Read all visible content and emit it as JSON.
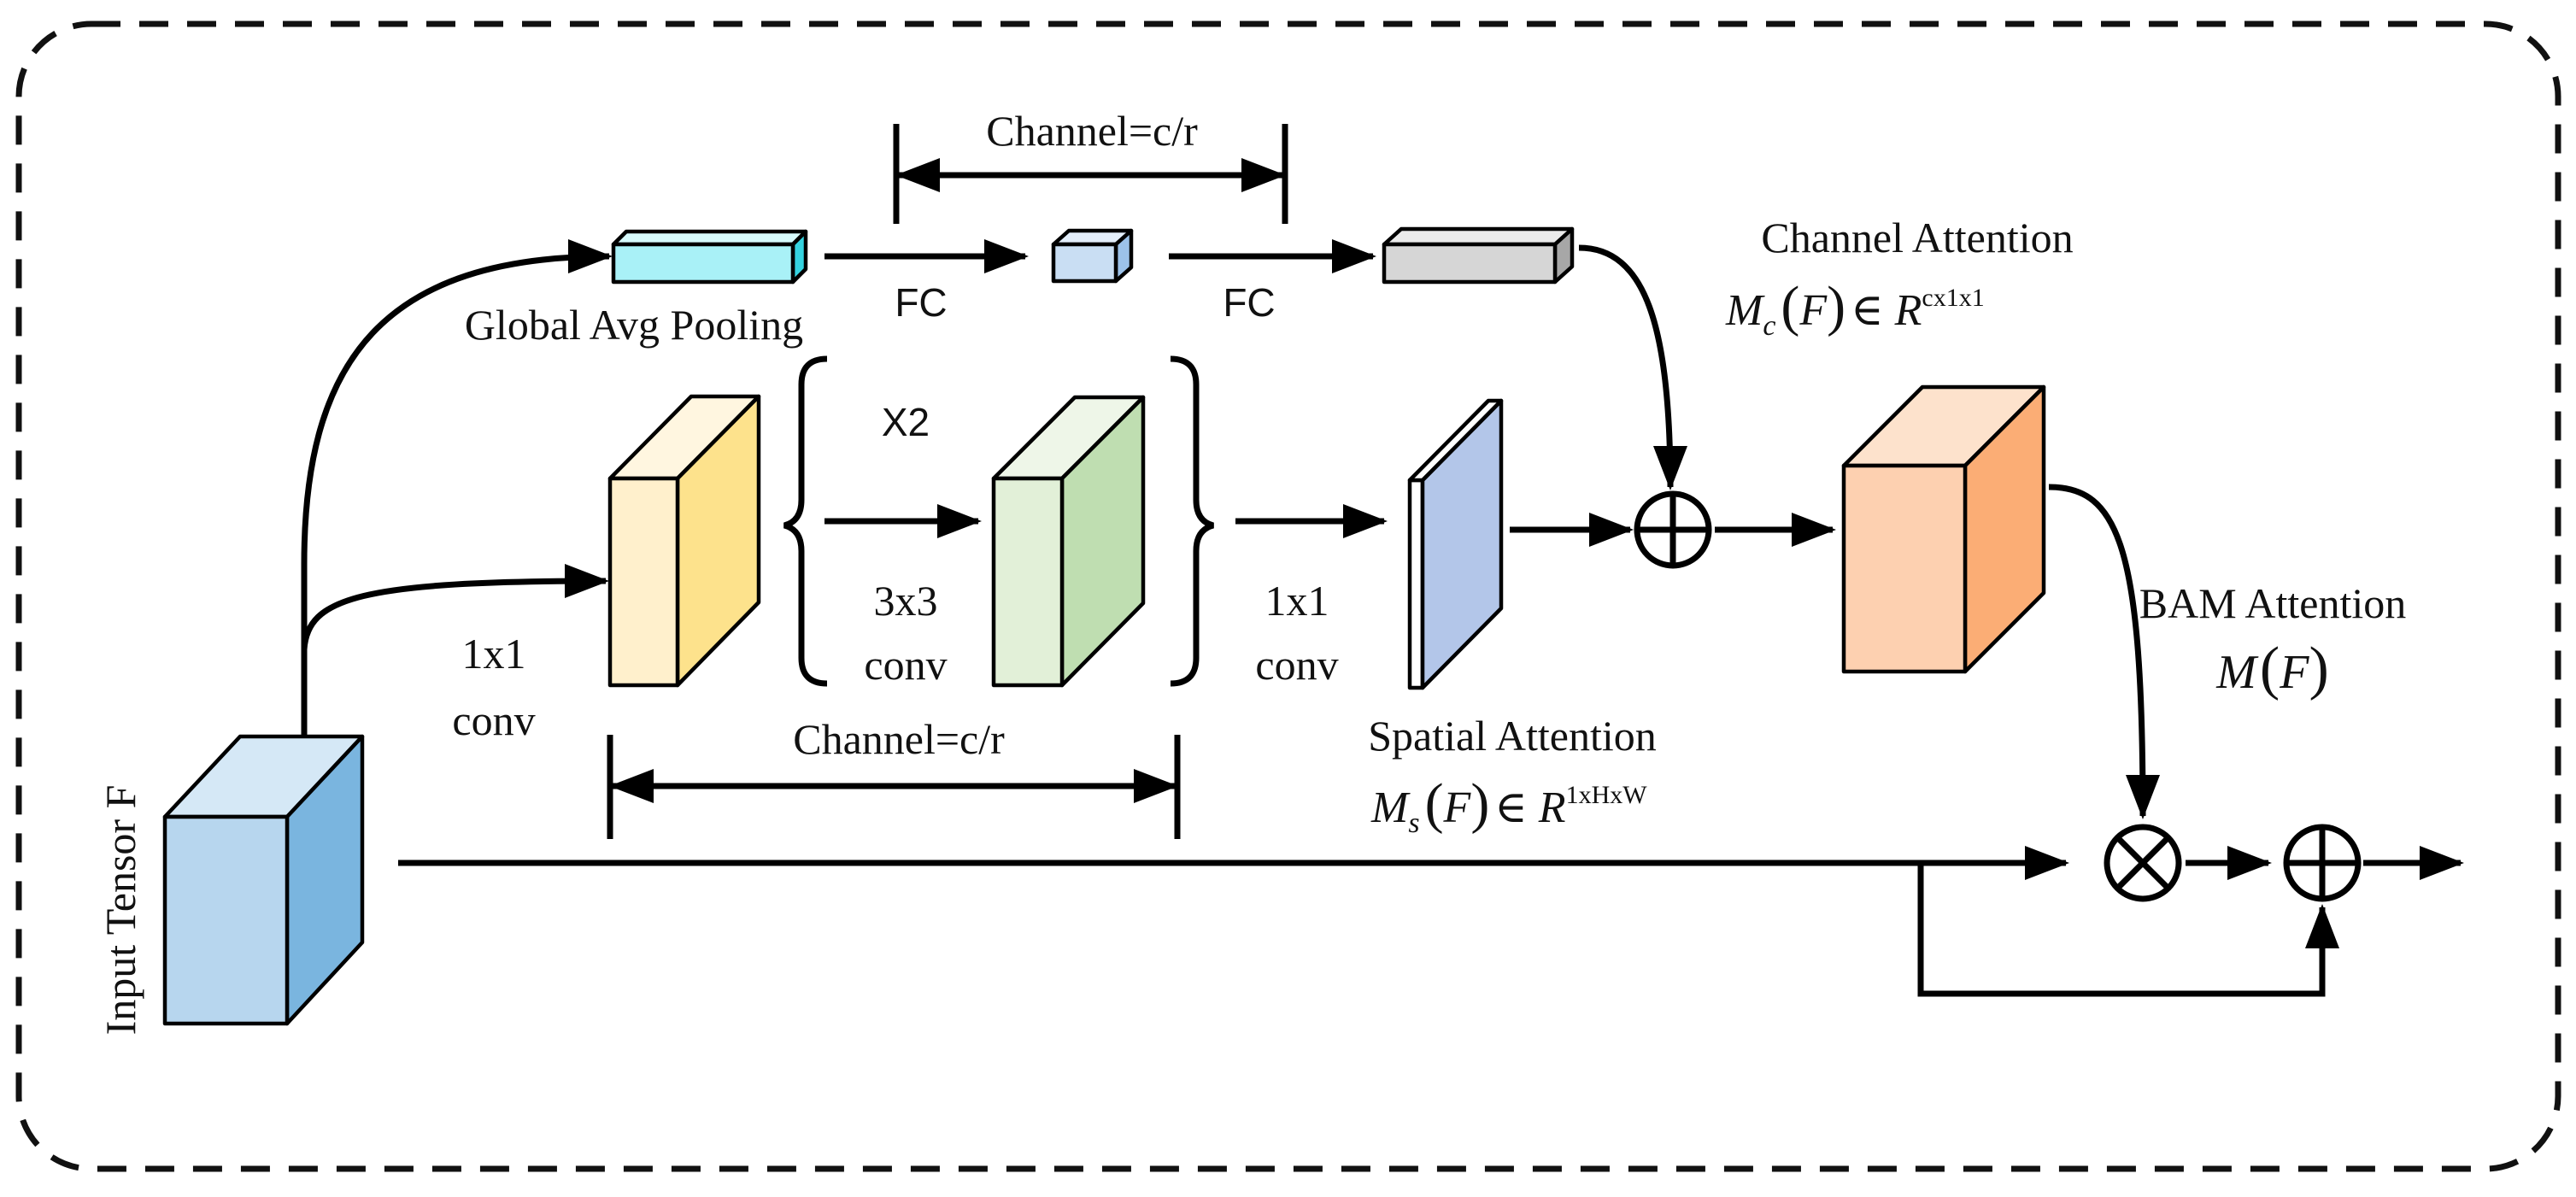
{
  "labels": {
    "input_tensor": "Input Tensor F",
    "global_avg_pooling": "Global Avg Pooling",
    "fc_1": "FC",
    "fc_2": "FC",
    "channel_top": "Channel=c/r",
    "channel_bottom": "Channel=c/r",
    "x2": "X2",
    "conv_1x1_left_a": "1x1",
    "conv_1x1_left_b": "conv",
    "conv_3x3_a": "3x3",
    "conv_3x3_b": "conv",
    "conv_1x1_right_a": "1x1",
    "conv_1x1_right_b": "conv",
    "channel_attention_title": "Channel Attention",
    "spatial_attention_title": "Spatial Attention",
    "bam_attention_title": "BAM Attention"
  },
  "formulas": {
    "mc": {
      "sym": "M",
      "sub": "c",
      "open": "(",
      "arg": "F",
      "close": ")",
      "in": "∈ ",
      "R": "R",
      "sup": "cx1x1"
    },
    "ms": {
      "sym": "M",
      "sub": "s",
      "open": "(",
      "arg": "F",
      "close": ")",
      "in": "∈ ",
      "R": "R",
      "sup": "1xHxW"
    },
    "m": {
      "sym": "M",
      "open": "(",
      "arg": "F",
      "close": ")"
    }
  },
  "operators": {
    "add": "⊕",
    "multiply": "⊗"
  },
  "colors": {
    "input_front": "#b7d6ee",
    "input_top": "#d5e8f6",
    "input_side": "#7ab5df",
    "gap_front": "#a9f1f7",
    "gap_top": "#d6fafc",
    "gap_side": "#35d3e0",
    "fc_small_front": "#c9def3",
    "fc_small_top": "#e3eefa",
    "fc_small_side": "#9cc2e9",
    "channel_front": "#d6d6d6",
    "channel_top": "#ebebeb",
    "channel_side": "#a7a7a7",
    "yellow_front": "#fff0cc",
    "yellow_top": "#fff6e0",
    "yellow_side": "#fde28c",
    "green_front": "#e2f0d8",
    "green_top": "#eef6e8",
    "green_side": "#bfdeb1",
    "spatial_front": "#b3c6e9",
    "spatial_side": "#ffffff",
    "bam_front": "#fdd0b0",
    "bam_top": "#fde2cc",
    "bam_side": "#fbad75"
  }
}
